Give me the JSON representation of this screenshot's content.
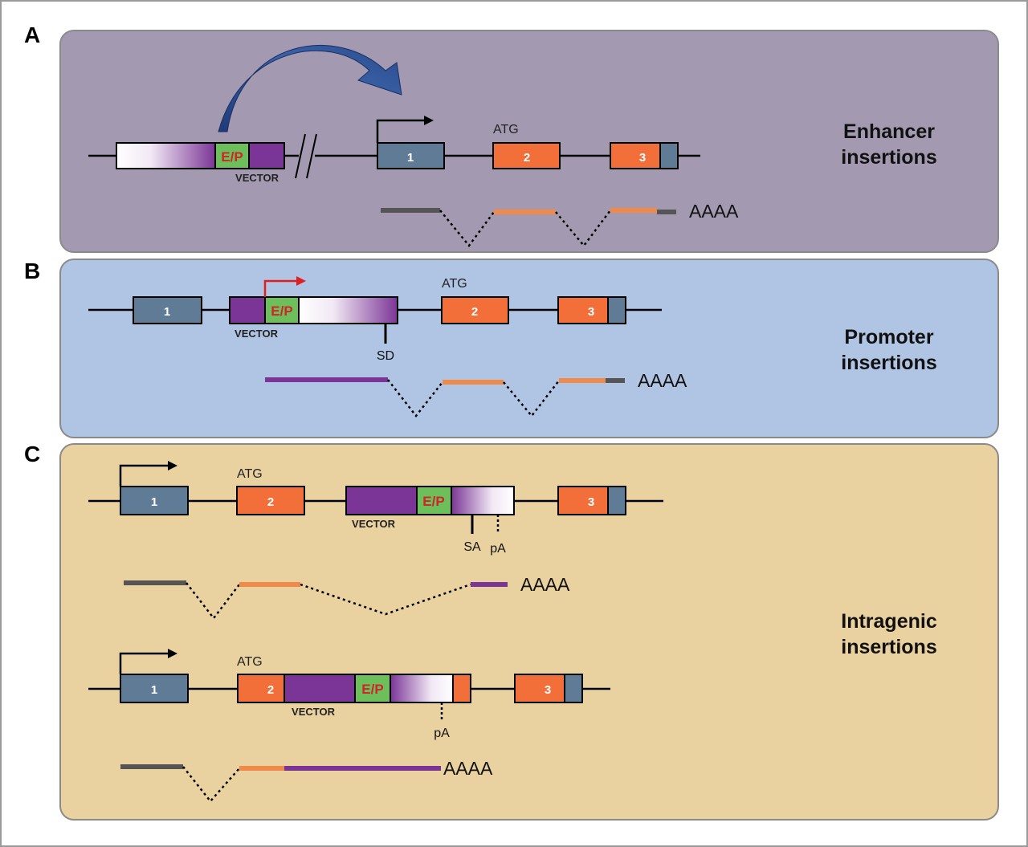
{
  "panels": {
    "a": {
      "letter": "A",
      "label_line1": "Enhancer",
      "label_line2": "insertions"
    },
    "b": {
      "letter": "B",
      "label_line1": "Promoter",
      "label_line2": "insertions"
    },
    "c": {
      "letter": "C",
      "label_line1": "Intragenic",
      "label_line2": "insertions"
    }
  },
  "labels": {
    "ep": "E/P",
    "vector": "VECTOR",
    "atg": "ATG",
    "polya": "AAAA",
    "sd": "SD",
    "sa": "SA",
    "pa": "pA",
    "exon1": "1",
    "exon2": "2",
    "exon3": "3"
  },
  "colors": {
    "panel_a_bg": "#a39ab2",
    "panel_b_bg": "#b0c4e4",
    "panel_c_bg": "#ead2a0",
    "exon_blue": "#5f7b96",
    "exon_orange": "#f26f3a",
    "vector_purple": "#7b3596",
    "ep_green": "#6cbf5a",
    "ep_text_red": "#d2232a",
    "transcript_grey": "#555555",
    "transcript_orange": "#f08a4b",
    "transcript_purple": "#7b3596",
    "enhancer_arrow": "#2d4f93",
    "promoter_arrow_red": "#e02020"
  }
}
